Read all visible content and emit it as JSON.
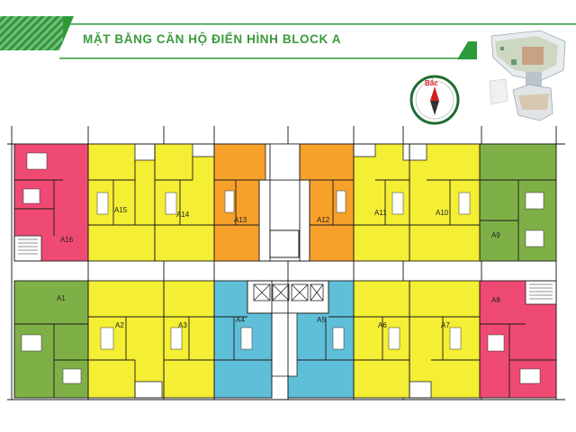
{
  "title": "MẶT BẰNG CĂN HỘ ĐIỂN HÌNH BLOCK A",
  "compass": {
    "label": "Bắc"
  },
  "colors": {
    "banner_green": "#2e9a3a",
    "pink": "#ef4a73",
    "yellow": "#f4ee34",
    "orange": "#f7a02a",
    "green": "#7fb047",
    "blue": "#5fbfd8"
  },
  "units": [
    {
      "id": "A16",
      "color": "pink"
    },
    {
      "id": "A15",
      "color": "yellow"
    },
    {
      "id": "A14",
      "color": "yellow"
    },
    {
      "id": "A13",
      "color": "orange"
    },
    {
      "id": "A12",
      "color": "orange"
    },
    {
      "id": "A11",
      "color": "yellow"
    },
    {
      "id": "A10",
      "color": "yellow"
    },
    {
      "id": "A9",
      "color": "green"
    },
    {
      "id": "A1",
      "color": "green"
    },
    {
      "id": "A2",
      "color": "yellow"
    },
    {
      "id": "A3",
      "color": "yellow"
    },
    {
      "id": "A4",
      "color": "blue"
    },
    {
      "id": "A5",
      "color": "blue"
    },
    {
      "id": "A6",
      "color": "yellow"
    },
    {
      "id": "A7",
      "color": "yellow"
    },
    {
      "id": "A8",
      "color": "pink"
    }
  ]
}
